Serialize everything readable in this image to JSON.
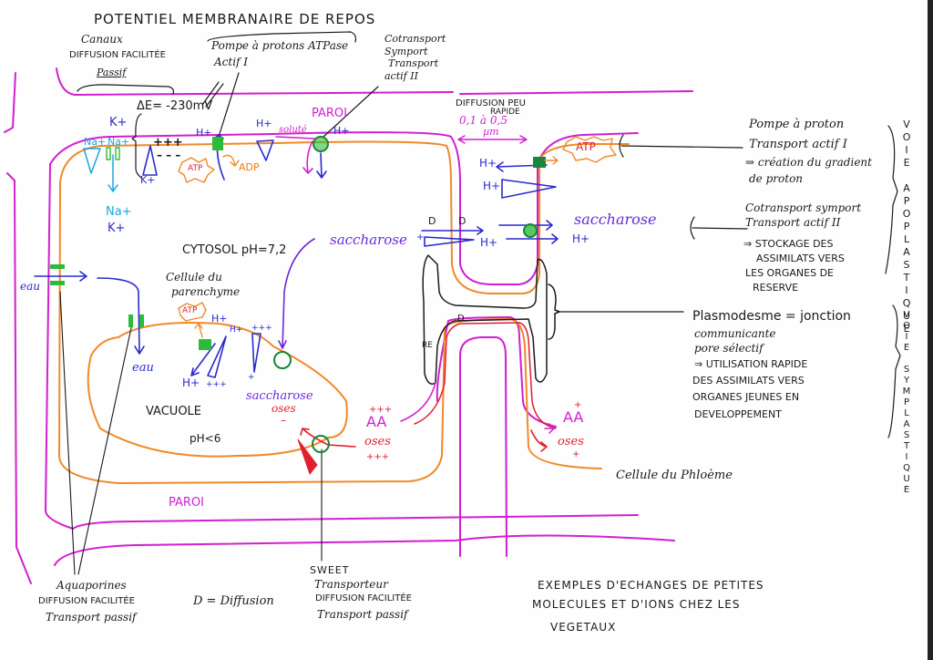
{
  "title": "POTENTIEL MEMBRANAIRE DE REPOS",
  "labels": {
    "canaux": {
      "line1": "Canaux",
      "line2": "DIFFUSION FACILITÉE",
      "line3": "Passif"
    },
    "pompe_atpase": {
      "line1": "Pompe à protons ATPase",
      "line2": "Actif I"
    },
    "cotransport_top": {
      "line1": "Cotransport",
      "line2": "Symport",
      "line3": "Transport",
      "line4": "actif II"
    },
    "delta_e": "ΔE= -230mV",
    "paroi_top": "PAROI",
    "paroi_bottom": "PAROI",
    "diffusion_peu_rapide": {
      "line1": "DIFFUSION PEU",
      "line2": "RAPIDE"
    },
    "gap_width": {
      "line1": "0,1 à 0,5",
      "line2": "µm"
    },
    "cytosol": "CYTOSOL pH=7,2",
    "cellule_parenchyme": {
      "line1": "Cellule du",
      "line2": "parenchyme"
    },
    "vacuole": "VACUOLE",
    "vacuole_ph": "pH<6",
    "eau_1": "eau",
    "eau_2": "eau",
    "cellule_phloeme": "Cellule du Phloème",
    "re": "RE",
    "d_plasmodesme": "D",
    "d_1": "D",
    "d_2": "D"
  },
  "ions": {
    "k_plus_1": "K+",
    "k_plus_2": "K+",
    "na_plus_1": "Na+",
    "na_plus_2": "Na+",
    "na_out": "Na+",
    "k_out": "K+",
    "plus_signs": "+++",
    "minus_signs": "– – –",
    "h_plus": "H+",
    "solute": "soluté",
    "atp": "ATP",
    "adp": "ADP",
    "saccharose": "saccharose",
    "oses": "oses",
    "aa": "AA",
    "triple_plus": "+++",
    "single_plus": "+",
    "single_minus": "–"
  },
  "right_notes": {
    "pompe_proton": {
      "line1": "Pompe à proton",
      "line2": "Transport actif I",
      "line3": "⇒ création du gradient",
      "line4": "de proton"
    },
    "cotransport": {
      "line1": "Cotransport symport",
      "line2": "Transport actif II",
      "line3": "⇒ STOCKAGE DES",
      "line4": "ASSIMILATS VERS",
      "line5": "LES ORGANES DE",
      "line6": "RESERVE"
    },
    "plasmodesme": {
      "line1": "Plasmodesme = jonction",
      "line2": "communicante",
      "line3": "pore sélectif",
      "line4": "⇒ UTILISATION RAPIDE",
      "line5": "DES ASSIMILATS VERS",
      "line6": "ORGANES JEUNES EN",
      "line7": "DEVELOPPEMENT"
    },
    "voie_apoplastique": "VOIE APOPLASTIQUE",
    "voie_symplastique": "VOIE SYMPLASTIQUE"
  },
  "bottom_notes": {
    "aquaporines": {
      "line1": "Aquaporines",
      "line2": "DIFFUSION FACILITÉE",
      "line3": "Transport passif"
    },
    "d_legend": "D = Diffusion",
    "sweet": {
      "line1": "SWEET",
      "line2": "Transporteur",
      "line3": "DIFFUSION FACILITÉE",
      "line4": "Transport passif"
    },
    "caption": {
      "line1": "EXEMPLES D'ECHANGES DE PETITES",
      "line2": "MOLECULES ET D'IONS CHEZ LES",
      "line3": "VEGETAUX"
    }
  },
  "colors": {
    "wall": "#d21fd0",
    "membrane": "#f08a28",
    "ion_blue": "#2a2ad0",
    "channel_green": "#2dbb3a",
    "sweet_red": "#e0202e",
    "saccharose_purple": "#6a2ad8"
  }
}
